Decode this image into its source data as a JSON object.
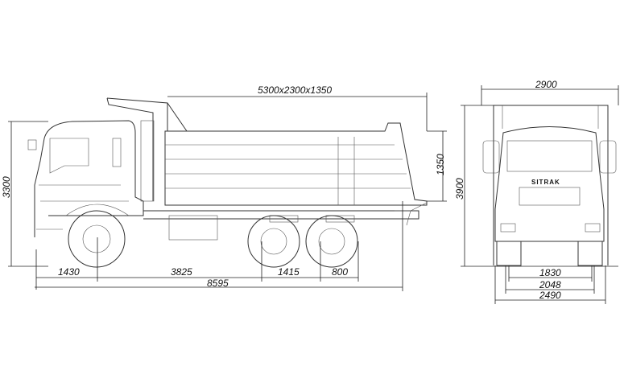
{
  "title": "Dump truck dimension drawing",
  "side_view": {
    "body_dims": "5300x2300x1350",
    "height": "3300",
    "body_height": "1350",
    "front_overhang": "1430",
    "wheelbase_1": "3825",
    "wheelbase_2": "1415",
    "rear_overhang": "800",
    "overall_length": "8595"
  },
  "front_view": {
    "overall_width": "2900",
    "overall_height": "3900",
    "brand": "SITRAK",
    "track_1": "1830",
    "track_2": "2048",
    "width_2": "2490"
  }
}
